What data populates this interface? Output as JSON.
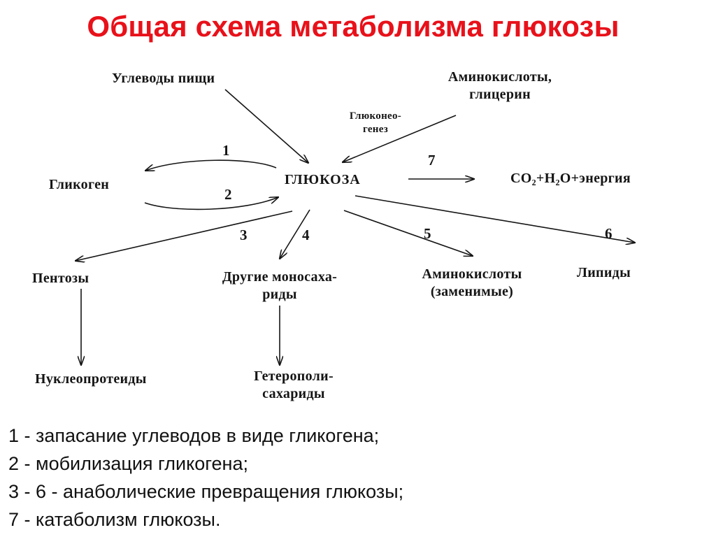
{
  "title": "Общая схема метаболизма глюкозы",
  "nodes": {
    "food_carbs": "Углеводы пищи",
    "amino_glycerol_1": "Аминокислоты,",
    "amino_glycerol_2": "глицерин",
    "gluconeo_1": "Глюконео-",
    "gluconeo_2": "генез",
    "glucose": "ГЛЮКОЗА",
    "glycogen": "Гликоген",
    "products": "CO₂+H₂O+энергия",
    "pentoses": "Пентозы",
    "other_mono_1": "Другие моносаха-",
    "other_mono_2": "риды",
    "amino_nonessential_1": "Аминокислоты",
    "amino_nonessential_2": "(заменимые)",
    "lipids": "Липиды",
    "nucleoproteins": "Нуклеопротеиды",
    "heteropoly_1": "Гетерополи-",
    "heteropoly_2": "сахариды"
  },
  "numbers": [
    "1",
    "2",
    "3",
    "4",
    "5",
    "6",
    "7"
  ],
  "legend": [
    "1  - запасание углеводов в виде гликогена;",
    "2 - мобилизация гликогена;",
    "3  - 6 - анаболические превращения глюкозы;",
    "7 - катаболизм глюкозы."
  ]
}
